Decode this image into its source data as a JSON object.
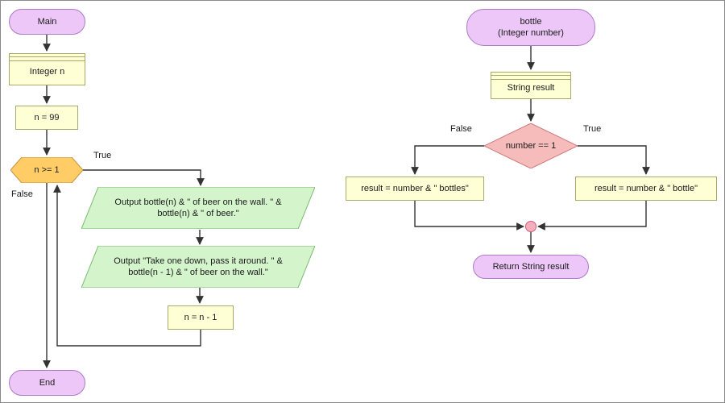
{
  "diagram": {
    "left": {
      "start": "Main",
      "decl": "Integer n",
      "assign1": "n = 99",
      "loop_cond": "n >= 1",
      "true_label": "True",
      "false_label": "False",
      "output1": "Output bottle(n) & \" of beer on the wall. \" & bottle(n) & \" of beer.\"",
      "output2": "Output \"Take one down, pass it around. \" & bottle(n - 1) & \" of beer on the wall.\"",
      "assign2": "n = n - 1",
      "end": "End"
    },
    "right": {
      "start": "bottle\n(Integer number)",
      "decl": "String result",
      "cond": "number == 1",
      "false_label": "False",
      "true_label": "True",
      "false_branch": "result = number & \" bottles\"",
      "true_branch": "result = number & \" bottle\"",
      "return_node": "Return String result"
    }
  }
}
